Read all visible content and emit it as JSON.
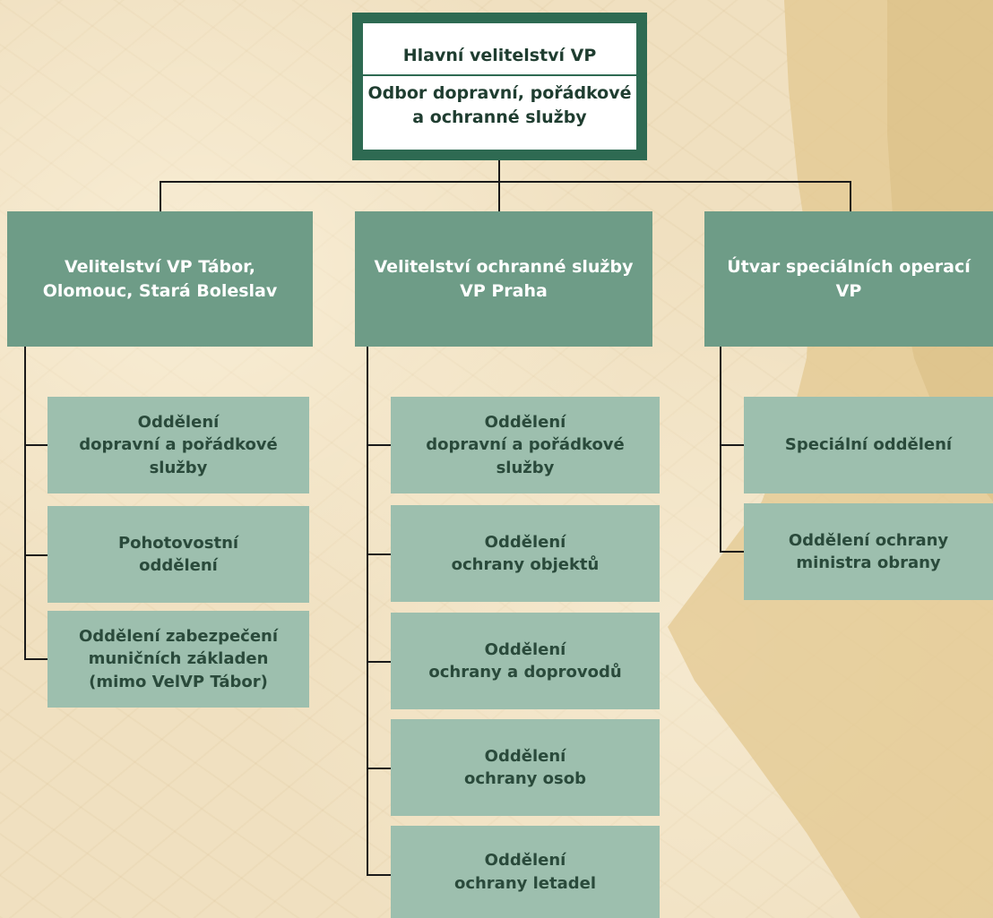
{
  "headquarters": {
    "title": "Hlavní velitelství VP",
    "subtitle": "Odbor dopravní, pořádkové\na ochranné služby"
  },
  "units": [
    {
      "name": "Velitelství VP Tábor,\nOlomouc, Stará Boleslav",
      "departments": [
        "Oddělení\ndopravní a pořádkové\nslužby",
        "Pohotovostní\noddělení",
        "Oddělení zabezpečení\nmuničních základen\n(mimo VelVP Tábor)"
      ]
    },
    {
      "name": "Velitelství ochranné služby\nVP Praha",
      "departments": [
        "Oddělení\ndopravní a pořádkové\nslužby",
        "Oddělení\nochrany objektů",
        "Oddělení\nochrany a doprovodů",
        "Oddělení\nochrany osob",
        "Oddělení\nochrany letadel"
      ]
    },
    {
      "name": "Útvar speciálních operací\nVP",
      "departments": [
        "Speciální oddělení",
        "Oddělení ochrany\nministra obrany"
      ]
    }
  ],
  "colors": {
    "background": "#f0e0c0",
    "headquarters_frame": "#2e6a52",
    "unit_box": "#6e9c87",
    "department_box": "#9dbfae",
    "connector": "#1a1a1a"
  }
}
